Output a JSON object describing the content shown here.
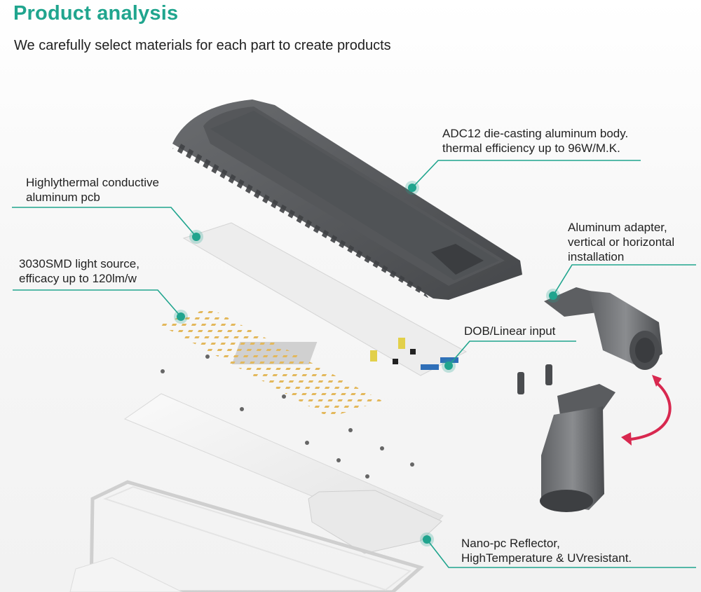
{
  "header": {
    "title": "Product analysis",
    "subtitle": "We carefully select materials for each part to create products"
  },
  "callouts": {
    "body": {
      "line1": "ADC12 die-casting aluminum body.",
      "line2": "thermal efficiency up to 96W/M.K."
    },
    "pcb": {
      "line1": "Highlythermal conductive",
      "line2": "aluminum pcb"
    },
    "smd": {
      "line1": "3030SMD light source,",
      "line2": "efficacy up to 120lm/w"
    },
    "adapter": {
      "line1": "Aluminum adapter,",
      "line2": "vertical or horizontal",
      "line3": "installation"
    },
    "dob": {
      "line1": "DOB/Linear input"
    },
    "reflector": {
      "line1": "Nano-pc Reflector,",
      "line2": "HighTemperature & UVresistant."
    }
  },
  "colors": {
    "accent": "#20a58e",
    "housing": "#5a5c5f",
    "led": "#e0b558",
    "rotate_arrow": "#d8284f"
  }
}
